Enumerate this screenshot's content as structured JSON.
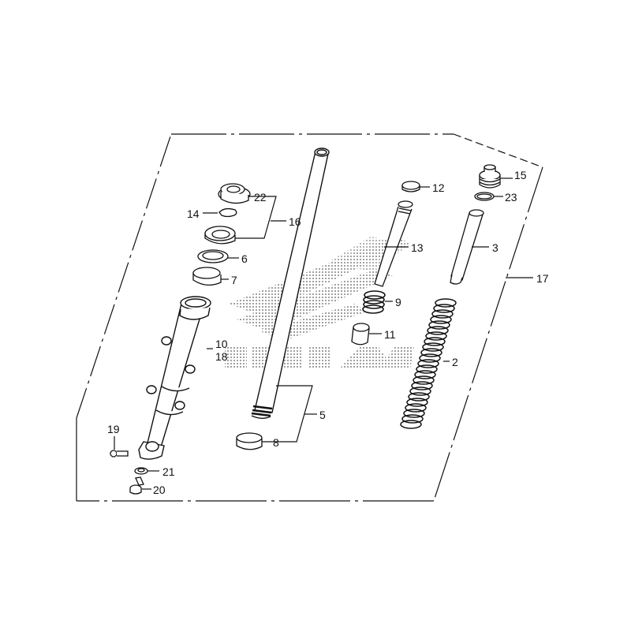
{
  "diagram": {
    "type": "exploded-parts-diagram",
    "subject": "front fork assembly",
    "watermark": "HONDA",
    "frame_label": "17",
    "colors": {
      "line": "#111111",
      "watermark_dot": "#9a9a9a",
      "background": "#ffffff"
    },
    "parts": [
      {
        "id": "p2",
        "ref": "2",
        "name": "fork spring"
      },
      {
        "id": "p3",
        "ref": "3",
        "name": "spring collar"
      },
      {
        "id": "p5",
        "ref": "5",
        "name": "fork pipe set"
      },
      {
        "id": "p6",
        "ref": "6",
        "name": "back-up ring"
      },
      {
        "id": "p7",
        "ref": "7",
        "name": "slider bushing"
      },
      {
        "id": "p8",
        "ref": "8",
        "name": "guide bushing"
      },
      {
        "id": "p9",
        "ref": "9",
        "name": "rebound spring"
      },
      {
        "id": "p10",
        "ref": "10",
        "name": "fork slider (left)"
      },
      {
        "id": "p11",
        "ref": "11",
        "name": "oil lock piece"
      },
      {
        "id": "p12",
        "ref": "12",
        "name": "piston ring"
      },
      {
        "id": "p13",
        "ref": "13",
        "name": "fork piston"
      },
      {
        "id": "p14",
        "ref": "14",
        "name": "stopper ring"
      },
      {
        "id": "p15",
        "ref": "15",
        "name": "fork bolt"
      },
      {
        "id": "p16",
        "ref": "16",
        "name": "oil seal set"
      },
      {
        "id": "p17",
        "ref": "17",
        "name": "front fork assembly"
      },
      {
        "id": "p18",
        "ref": "18",
        "name": "fork slider (right)"
      },
      {
        "id": "p19",
        "ref": "19",
        "name": "axle clamp bolt"
      },
      {
        "id": "p20",
        "ref": "20",
        "name": "socket bolt"
      },
      {
        "id": "p21",
        "ref": "21",
        "name": "sealing washer"
      },
      {
        "id": "p22",
        "ref": "22",
        "name": "dust seal"
      },
      {
        "id": "p23",
        "ref": "23",
        "name": "o-ring"
      }
    ]
  },
  "labels": {
    "l2": "2",
    "l3": "3",
    "l5": "5",
    "l6": "6",
    "l7": "7",
    "l8": "8",
    "l9": "9",
    "l10": "10",
    "l11": "11",
    "l12": "12",
    "l13": "13",
    "l14": "14",
    "l15": "15",
    "l16": "16",
    "l17": "17",
    "l18": "18",
    "l19": "19",
    "l20": "20",
    "l21": "21",
    "l22": "22",
    "l23": "23"
  }
}
